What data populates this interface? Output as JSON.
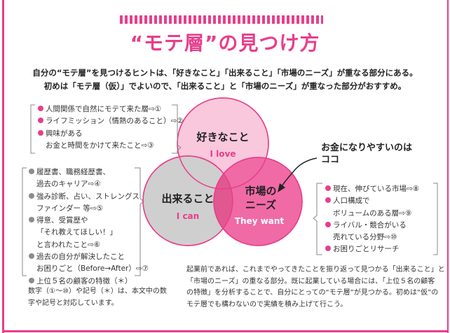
{
  "title": "“モテ層”の見つけ方",
  "intro": {
    "line1": "自分の“モテ層”を見つけるヒントは、「好きなこと」「出来ること」「市場のニーズ」が重なる部分にある。",
    "line2": "初めは「モテ層（仮）」でよいので、「出来ること」と「市場のニーズ」が重なった部分がおすすめ。"
  },
  "venn": {
    "like": {
      "label": "好きなこと",
      "sub": "I love"
    },
    "can": {
      "label": "出来ること",
      "sub": "I can"
    },
    "market": {
      "label1": "市場の",
      "label2": "ニーズ",
      "sub": "They want"
    },
    "colors": {
      "like_fill": "#f9c8dd",
      "can_fill": "#cfcfcf",
      "market_fill": "#f06aa6",
      "stroke": "#e83e8c",
      "sub_text": "#e83e8c"
    }
  },
  "callout": {
    "line1": "お金になりやすいのは",
    "line2": "ココ"
  },
  "like_list": {
    "items": [
      {
        "text": "人間関係で自然にモテて来た層⇨①"
      },
      {
        "text": "ライフミッション（情熱のあること）⇨②"
      },
      {
        "text": "興味がある"
      }
    ],
    "continuation": "お金と時間をかけて来たこと⇨③"
  },
  "can_list": {
    "lines": [
      {
        "text": "履歴書、職務経歴書、",
        "bullet": true
      },
      {
        "text": "過去のキャリア⇨④",
        "bullet": false
      },
      {
        "text": "強み診断、占い、ストレングス",
        "bullet": true
      },
      {
        "text": "ファインダー 等⇨⑤",
        "bullet": false
      },
      {
        "text": "得意、受賞歴や",
        "bullet": true
      },
      {
        "text": "「それ教えてほしい！」",
        "bullet": false
      },
      {
        "text": "と言われたこと⇨⑥",
        "bullet": false
      },
      {
        "text": "過去の自分が解決したこと",
        "bullet": true
      },
      {
        "text": "お困りごと（Before→After）⇨⑦",
        "bullet": false
      },
      {
        "text": "上位５名の顧客の特徴（＊）",
        "bullet": true
      }
    ]
  },
  "market_list": {
    "lines": [
      {
        "text": "現在、伸びている市場⇨⑧",
        "bullet": true
      },
      {
        "text": "人口構成で",
        "bullet": true
      },
      {
        "text": "ボリュームのある層⇨⑨",
        "bullet": false
      },
      {
        "text": "ライバル・競合がいる",
        "bullet": true
      },
      {
        "text": "売れている分野⇨⑩",
        "bullet": false
      },
      {
        "text": "お困りごとリサーチ",
        "bullet": true
      }
    ]
  },
  "note_left": {
    "line1": "数字（①〜⑩）や記号（＊）は、本文中の数",
    "line2": "字や記号と対応しています。"
  },
  "note_right": {
    "line1": "起業前であれば、これまでやってきたことを振り返って見つかる「出来ること」と",
    "line2": "「市場のニーズ」の重なる部分。既に起業している場合には、「上位５名の顧客",
    "line3": "の特徴」を分析することで、自分にとっての“モテ層”が見つかる。初めは“仮”の",
    "line4": "モテ層でも構わないので実績を積み上げて行こう。"
  }
}
